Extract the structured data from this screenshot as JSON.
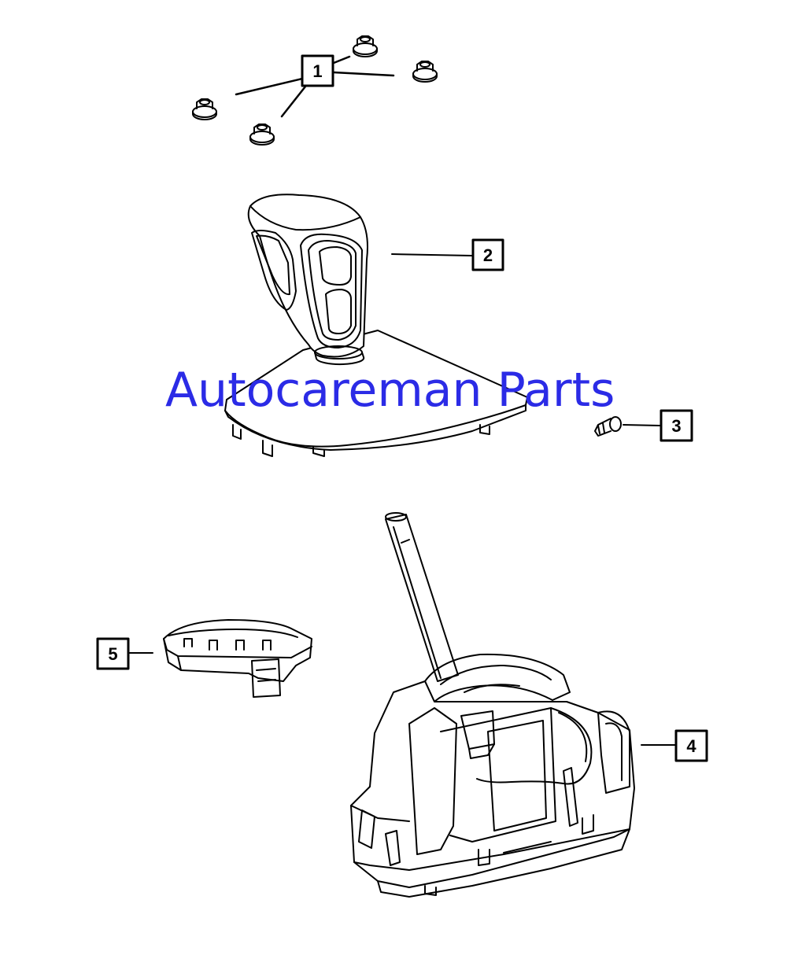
{
  "callouts": [
    {
      "label": "1"
    },
    {
      "label": "2"
    },
    {
      "label": "3"
    },
    {
      "label": "4"
    },
    {
      "label": "5"
    }
  ],
  "watermark": "Autocareman Parts",
  "parts": [
    "flange-nut-icon",
    "shift-knob-icon",
    "screw-icon",
    "shifter-assembly-icon",
    "switch-module-icon"
  ]
}
